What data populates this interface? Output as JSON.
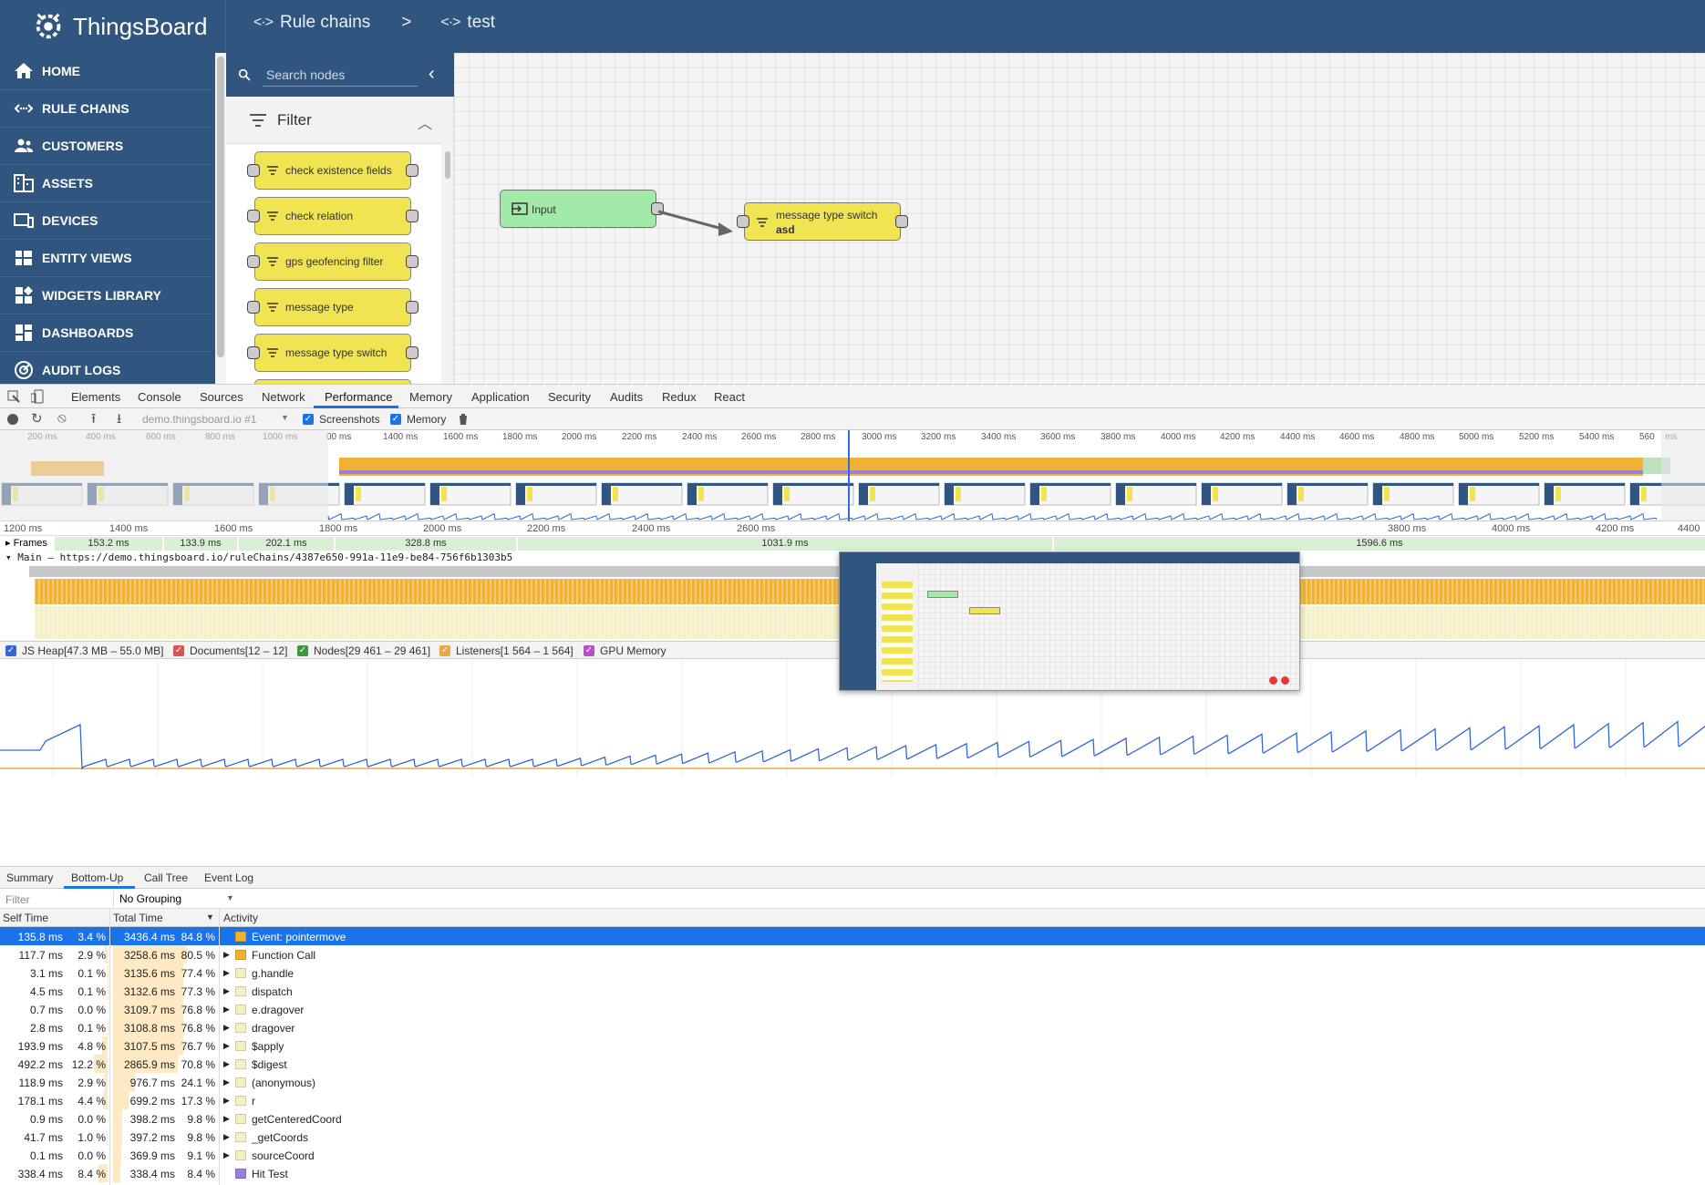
{
  "app": {
    "name": "ThingsBoard",
    "breadcrumbs": [
      {
        "icon": "rule-chain-icon",
        "label": "Rule chains"
      },
      {
        "icon": "rule-chain-icon",
        "label": "test"
      }
    ],
    "separator": ">"
  },
  "sidebar": {
    "items": [
      {
        "label": "HOME",
        "icon": "home-icon"
      },
      {
        "label": "RULE CHAINS",
        "icon": "rule-chain-icon"
      },
      {
        "label": "CUSTOMERS",
        "icon": "customers-icon"
      },
      {
        "label": "ASSETS",
        "icon": "assets-icon"
      },
      {
        "label": "DEVICES",
        "icon": "devices-icon"
      },
      {
        "label": "ENTITY VIEWS",
        "icon": "entity-views-icon"
      },
      {
        "label": "WIDGETS LIBRARY",
        "icon": "widgets-icon"
      },
      {
        "label": "DASHBOARDS",
        "icon": "dashboards-icon"
      },
      {
        "label": "AUDIT LOGS",
        "icon": "audit-logs-icon"
      }
    ]
  },
  "library": {
    "search_placeholder": "Search nodes",
    "group": "Filter",
    "nodes": [
      "check existence fields",
      "check relation",
      "gps geofencing filter",
      "message type",
      "message type switch"
    ]
  },
  "canvas": {
    "nodes": [
      {
        "label": "Input",
        "sub": ""
      },
      {
        "label": "message type switch",
        "sub": "asd"
      }
    ]
  },
  "devtools": {
    "tabs": [
      "Elements",
      "Console",
      "Sources",
      "Network",
      "Performance",
      "Memory",
      "Application",
      "Security",
      "Audits",
      "Redux",
      "React"
    ],
    "active_tab": "Performance",
    "toolbar": {
      "target": "demo.thingsboard.io #1",
      "screenshots": "Screenshots",
      "memory": "Memory"
    },
    "overview_ruler": [
      "200 ms",
      "400 ms",
      "600 ms",
      "800 ms",
      "1000 ms",
      "00 ms",
      "1400 ms",
      "1600 ms",
      "1800 ms",
      "2000 ms",
      "2200 ms",
      "2400 ms",
      "2600 ms",
      "2800 ms",
      "3000 ms",
      "3200 ms",
      "3400 ms",
      "3600 ms",
      "3800 ms",
      "4000 ms",
      "4200 ms",
      "4400 ms",
      "4600 ms",
      "4800 ms",
      "5000 ms",
      "5200 ms",
      "5400 ms",
      "560",
      "ms"
    ],
    "detail_ruler": [
      "1200 ms",
      "1400 ms",
      "1600 ms",
      "1800 ms",
      "2000 ms",
      "2200 ms",
      "2400 ms",
      "2600 ms",
      "3800 ms",
      "4000 ms",
      "4200 ms",
      "4400"
    ],
    "frames_label": "Frames",
    "frames": [
      "153.2 ms",
      "133.9 ms",
      "202.1 ms",
      "328.8 ms",
      "1031.9 ms",
      "1596.6 ms"
    ],
    "main_label": "Main — https://demo.thingsboard.io/ruleChains/4387e650-991a-11e9-be84-756f6b1303b5",
    "counters": [
      {
        "label": "JS Heap[47.3 MB – 55.0 MB]",
        "color": "#3367d6"
      },
      {
        "label": "Documents[12 – 12]",
        "color": "#d65555"
      },
      {
        "label": "Nodes[29 461 – 29 461]",
        "color": "#3a9a3a"
      },
      {
        "label": "Listeners[1 564 – 1 564]",
        "color": "#e8a845"
      },
      {
        "label": "GPU Memory",
        "color": "#b650c6"
      }
    ],
    "bottom_tabs": [
      "Summary",
      "Bottom-Up",
      "Call Tree",
      "Event Log"
    ],
    "active_bottom_tab": "Bottom-Up",
    "filter_placeholder": "Filter",
    "grouping": "No Grouping",
    "columns": [
      "Self Time",
      "Total Time",
      "Activity"
    ],
    "rows": [
      {
        "self": "135.8 ms",
        "self_pct": "3.4 %",
        "total": "3436.4 ms",
        "total_pct": "84.8 %",
        "activity": "Event: pointermove",
        "color": "#f1b233",
        "selected": true,
        "expander": false
      },
      {
        "self": "117.7 ms",
        "self_pct": "2.9 %",
        "total": "3258.6 ms",
        "total_pct": "80.5 %",
        "activity": "Function Call",
        "color": "#f1b233",
        "selected": false,
        "expander": true
      },
      {
        "self": "3.1 ms",
        "self_pct": "0.1 %",
        "total": "3135.6 ms",
        "total_pct": "77.4 %",
        "activity": "g.handle",
        "color": "#f3f0c4",
        "selected": false,
        "expander": true
      },
      {
        "self": "4.5 ms",
        "self_pct": "0.1 %",
        "total": "3132.6 ms",
        "total_pct": "77.3 %",
        "activity": "dispatch",
        "color": "#f3f0c4",
        "selected": false,
        "expander": true
      },
      {
        "self": "0.7 ms",
        "self_pct": "0.0 %",
        "total": "3109.7 ms",
        "total_pct": "76.8 %",
        "activity": "e.dragover",
        "color": "#f3f0c4",
        "selected": false,
        "expander": true
      },
      {
        "self": "2.8 ms",
        "self_pct": "0.1 %",
        "total": "3108.8 ms",
        "total_pct": "76.8 %",
        "activity": "dragover",
        "color": "#f3f0c4",
        "selected": false,
        "expander": true
      },
      {
        "self": "193.9 ms",
        "self_pct": "4.8 %",
        "total": "3107.5 ms",
        "total_pct": "76.7 %",
        "activity": "$apply",
        "color": "#f3f0c4",
        "selected": false,
        "expander": true
      },
      {
        "self": "492.2 ms",
        "self_pct": "12.2 %",
        "total": "2865.9 ms",
        "total_pct": "70.8 %",
        "activity": "$digest",
        "color": "#f3f0c4",
        "selected": false,
        "expander": true
      },
      {
        "self": "118.9 ms",
        "self_pct": "2.9 %",
        "total": "976.7 ms",
        "total_pct": "24.1 %",
        "activity": "(anonymous)",
        "color": "#f3f0c4",
        "selected": false,
        "expander": true
      },
      {
        "self": "178.1 ms",
        "self_pct": "4.4 %",
        "total": "699.2 ms",
        "total_pct": "17.3 %",
        "activity": "r",
        "color": "#f3f0c4",
        "selected": false,
        "expander": true
      },
      {
        "self": "0.9 ms",
        "self_pct": "0.0 %",
        "total": "398.2 ms",
        "total_pct": "9.8 %",
        "activity": "getCenteredCoord",
        "color": "#f3f0c4",
        "selected": false,
        "expander": true
      },
      {
        "self": "41.7 ms",
        "self_pct": "1.0 %",
        "total": "397.2 ms",
        "total_pct": "9.8 %",
        "activity": "_getCoords",
        "color": "#f3f0c4",
        "selected": false,
        "expander": true
      },
      {
        "self": "0.1 ms",
        "self_pct": "0.0 %",
        "total": "369.9 ms",
        "total_pct": "9.1 %",
        "activity": "sourceCoord",
        "color": "#f3f0c4",
        "selected": false,
        "expander": true
      },
      {
        "self": "338.4 ms",
        "self_pct": "8.4 %",
        "total": "338.4 ms",
        "total_pct": "8.4 %",
        "activity": "Hit Test",
        "color": "#9a7ee0",
        "selected": false,
        "expander": false
      }
    ]
  }
}
